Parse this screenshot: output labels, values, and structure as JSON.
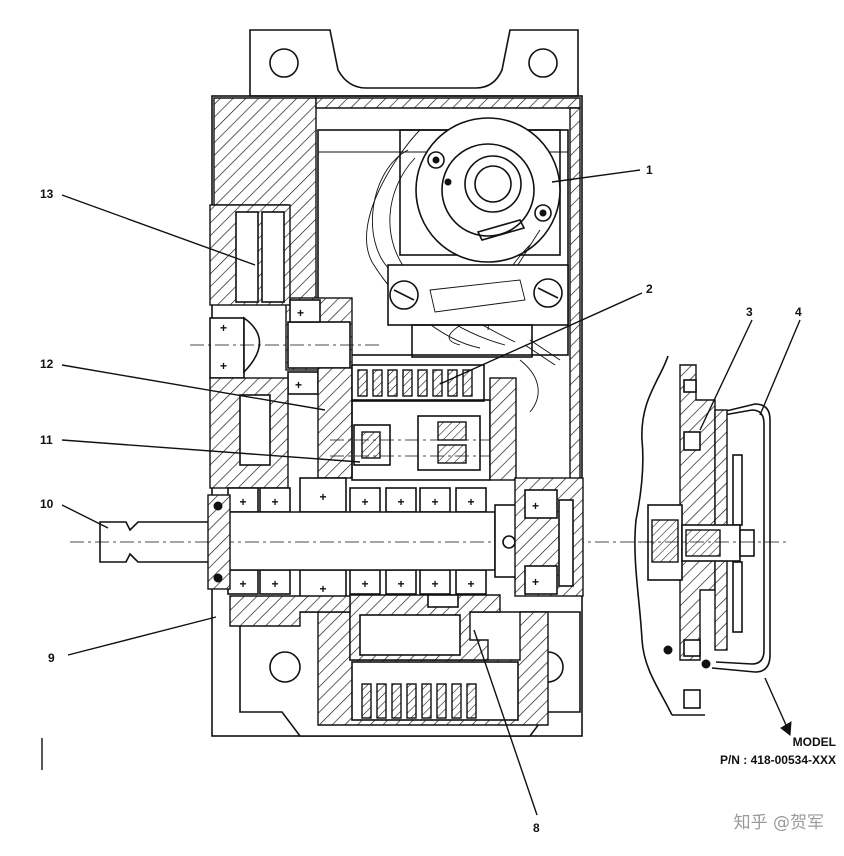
{
  "callouts": {
    "c1": "1",
    "c2": "2",
    "c3": "3",
    "c4": "4",
    "c8": "8",
    "c9": "9",
    "c10": "10",
    "c11": "11",
    "c12": "12",
    "c13": "13"
  },
  "caption": {
    "model": "MODEL",
    "pn": "P/N : 418-00534-XXX"
  },
  "watermark": "知乎 @贺军"
}
